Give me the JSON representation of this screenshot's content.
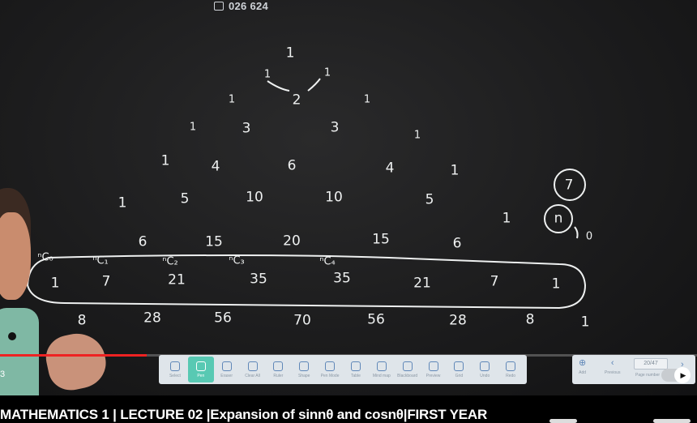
{
  "header": {
    "video_id": "026 624"
  },
  "board": {
    "rows": [
      [
        "1"
      ],
      [
        "1",
        "2",
        "1"
      ],
      [
        "1",
        "3",
        "3",
        "1"
      ],
      [
        "1",
        "4",
        "6",
        "4",
        "1"
      ],
      [
        "1",
        "5",
        "10",
        "10",
        "5",
        "1"
      ],
      [
        "1",
        "6",
        "15",
        "20",
        "15",
        "6",
        "1"
      ],
      [
        "1",
        "7",
        "21",
        "35",
        "35",
        "21",
        "7",
        "1"
      ],
      [
        "1",
        "8",
        "28",
        "56",
        "70",
        "56",
        "28",
        "8",
        "1"
      ]
    ],
    "combination_labels": [
      "ⁿC₀",
      "ⁿC₁",
      "ⁿC₂",
      "ⁿC₃",
      "ⁿC₄"
    ],
    "side_notes": {
      "circled_seven": "7",
      "circled_n": "n",
      "n_sub": "0"
    }
  },
  "toolbar": {
    "tools": [
      {
        "label": "Select",
        "icon": "cursor-icon"
      },
      {
        "label": "Pen",
        "icon": "pen-icon",
        "active": true
      },
      {
        "label": "Eraser",
        "icon": "eraser-icon"
      },
      {
        "label": "Clear All",
        "icon": "clear-icon"
      },
      {
        "label": "Ruler",
        "icon": "ruler-icon"
      },
      {
        "label": "Shape",
        "icon": "shape-icon"
      },
      {
        "label": "Pen Mode",
        "icon": "person-icon"
      },
      {
        "label": "Table",
        "icon": "table-icon"
      },
      {
        "label": "Mind map",
        "icon": "mindmap-icon"
      },
      {
        "label": "Blackboard",
        "icon": "board-icon"
      },
      {
        "label": "Preview",
        "icon": "preview-icon"
      },
      {
        "label": "Grid",
        "icon": "grid-icon"
      },
      {
        "label": "Undo",
        "icon": "undo-icon"
      },
      {
        "label": "Redo",
        "icon": "redo-icon"
      }
    ],
    "right": {
      "add_label": "Add",
      "previous_label": "Previous",
      "page_number_label": "Page number",
      "page_value": "20/47"
    }
  },
  "player": {
    "progress_percent": 21,
    "corner_number": "3"
  },
  "video": {
    "title": "MATHEMATICS 1 | LECTURE 02 |Expansion of sinnθ and cosnθ|FIRST YEAR"
  },
  "colors": {
    "accent": "#58c9b3",
    "progress": "#e22222",
    "chalk": "#eef0f0"
  }
}
